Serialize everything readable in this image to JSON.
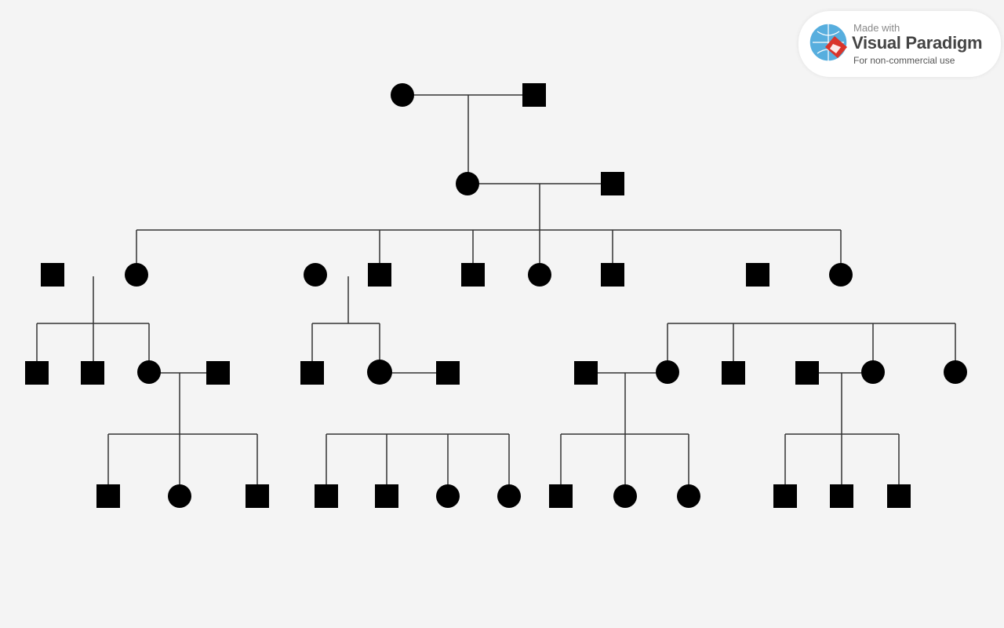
{
  "colors": {
    "background": "#f4f4f4",
    "symbol_fill": "#000000",
    "line": "#333333",
    "badge_accent": "#d9342b",
    "badge_globe": "#3aa0d8"
  },
  "badge": {
    "made_with": "Made with",
    "brand": "Visual Paradigm",
    "note": "For non-commercial use"
  },
  "pedigree": {
    "legend_shapes": {
      "square": "male",
      "circle": "female"
    },
    "generations": [
      {
        "generation": 1,
        "members": [
          "female",
          "male"
        ]
      },
      {
        "generation": 2,
        "members": [
          "female",
          "male"
        ]
      },
      {
        "generation": 3,
        "members": [
          "male",
          "female",
          "female",
          "male",
          "male",
          "female",
          "male",
          "male",
          "female"
        ]
      },
      {
        "generation": 4,
        "members": [
          "male",
          "male",
          "female",
          "male",
          "male",
          "female",
          "male",
          "male",
          "female",
          "male",
          "male",
          "female",
          "female"
        ]
      },
      {
        "generation": 5,
        "members": [
          "male",
          "female",
          "male",
          "male",
          "male",
          "female",
          "female",
          "male",
          "female",
          "female",
          "male",
          "male",
          "male"
        ]
      }
    ]
  }
}
